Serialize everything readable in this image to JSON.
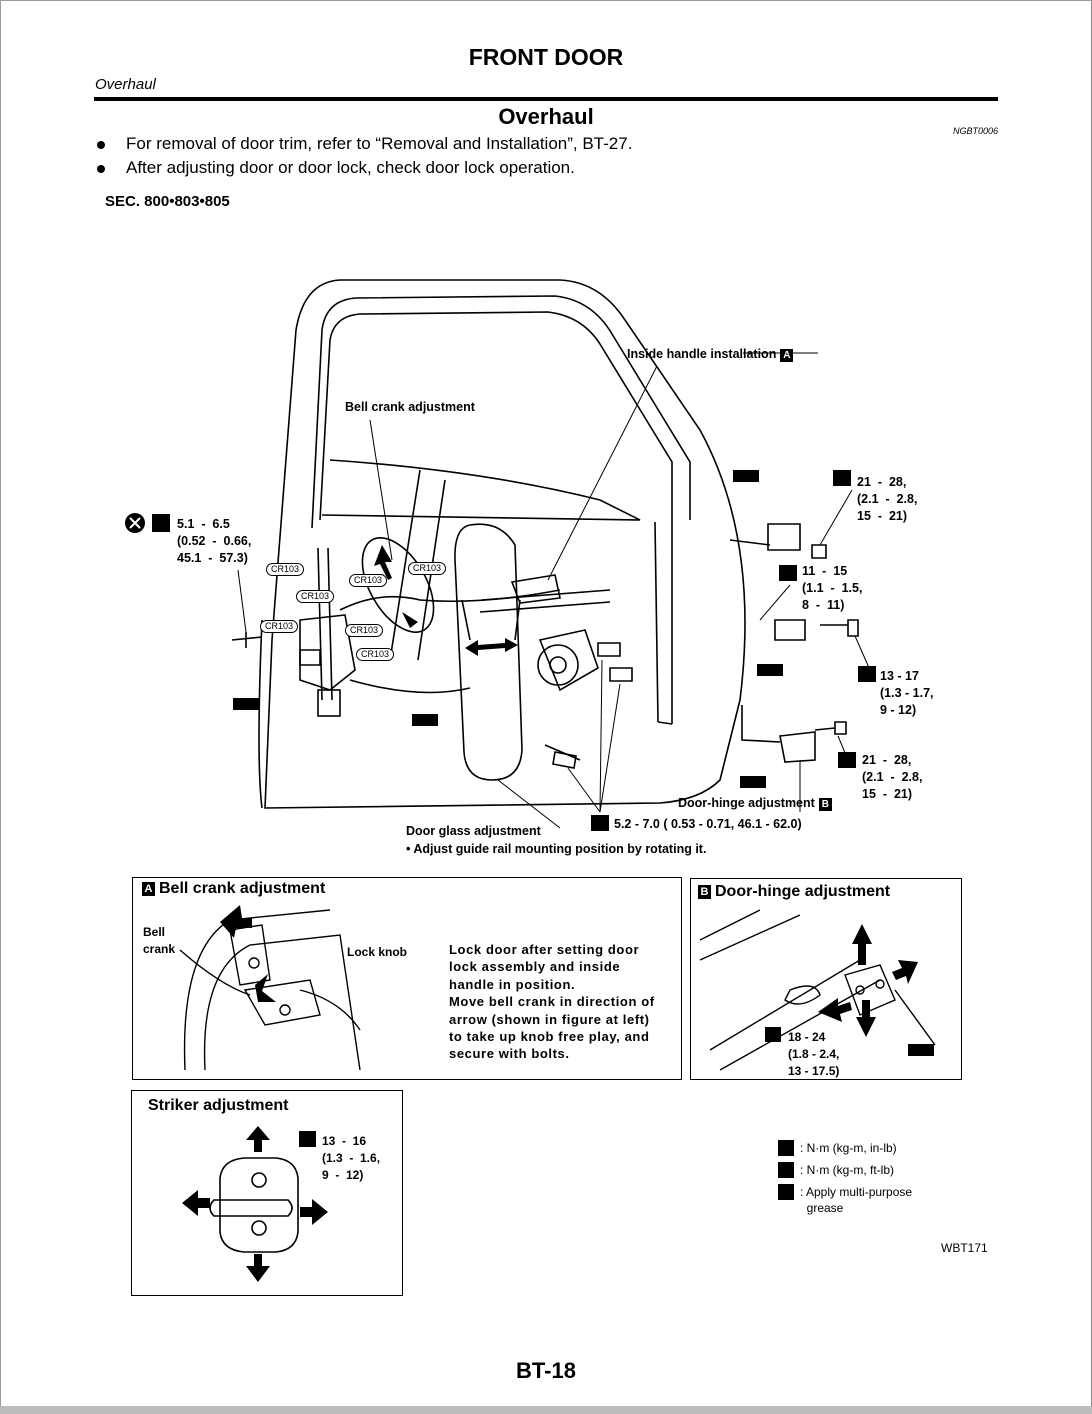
{
  "header": {
    "chapter_title": "FRONT DOOR",
    "section": "Overhaul",
    "page_title": "Overhaul",
    "ref_code": "NGBT0006"
  },
  "bullets": [
    "For removal of door trim, refer to “Removal and Installation”, BT-27.",
    "After adjusting door or door lock, check door lock operation."
  ],
  "sec": "SEC. 800•803•805",
  "diagram": {
    "inside_handle": "Inside handle installation",
    "inside_handle_tag": "A",
    "bell_crank": "Bell crank adjustment",
    "torque_left": "5.1  -  6.5\n(0.52  -  0.66,\n45.1  -  57.3)",
    "torque_hinge_top": "21  -  28,\n(2.1  -  2.8,\n15  -  21)",
    "torque_mid": "11  -  15\n(1.1  -  1.5,\n8  -  11)",
    "torque_right": "13 - 17\n(1.3 - 1.7,\n9 - 12)",
    "torque_hinge_bottom": "21  -  28,\n(2.1  -  2.8,\n15  -  21)",
    "door_hinge": "Door-hinge adjustment",
    "door_hinge_tag": "B",
    "torque_bottom": "5.2 - 7.0 ( 0.53 - 0.71, 46.1 - 62.0)",
    "door_glass": "Door glass adjustment",
    "guide_rail": "•  Adjust guide rail mounting position by rotating it.",
    "cr_label": "CR103"
  },
  "panel_a": {
    "tag": "A",
    "title": "Bell crank adjustment",
    "bell_crank": "Bell\ncrank",
    "lock_knob": "Lock knob",
    "text": "Lock door after setting door\nlock assembly and inside\nhandle in position.\nMove bell crank in direction of\narrow (shown in figure at left)\nto take up knob free play, and\nsecure with bolts."
  },
  "panel_b": {
    "tag": "B",
    "title": "Door-hinge adjustment",
    "torque": "18 - 24\n(1.8 - 2.4,\n13 - 17.5)"
  },
  "striker": {
    "title": "Striker adjustment",
    "torque": "13  -  16\n(1.3  -  1.6,\n9  -  12)"
  },
  "legend": [
    {
      "icon": "torque-in-lb-icon",
      "text": ": N·m (kg-m, in-lb)"
    },
    {
      "icon": "torque-ft-lb-icon",
      "text": ": N·m (kg-m, ft-lb)"
    },
    {
      "icon": "grease-icon",
      "text": ": Apply multi-purpose\n  grease"
    }
  ],
  "figure_code": "WBT171",
  "page_number": "BT-18"
}
